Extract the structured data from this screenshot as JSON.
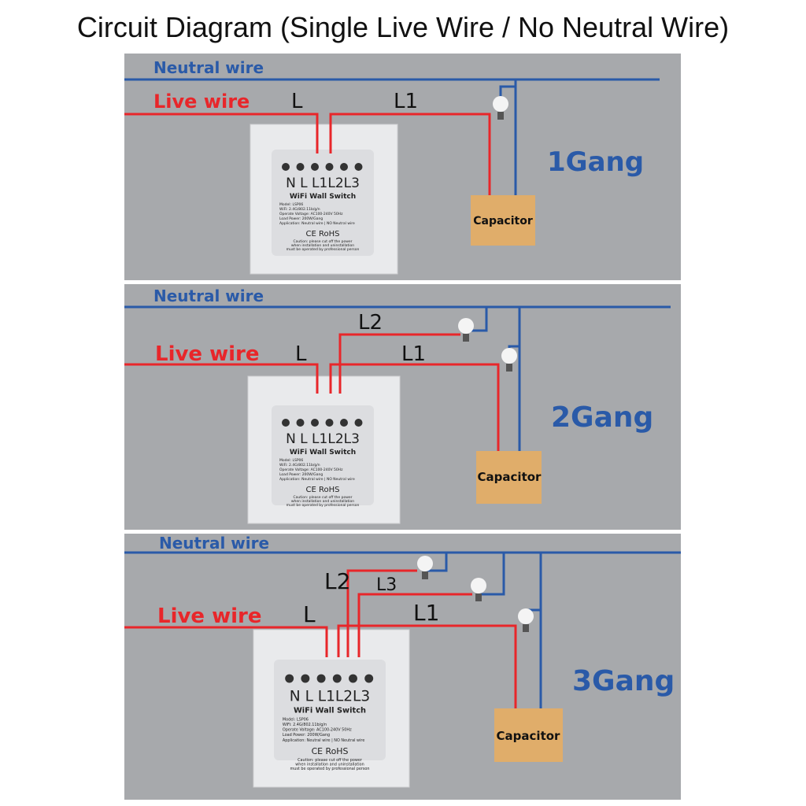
{
  "title": "Circuit Diagram (Single Live Wire / No Neutral Wire)",
  "colors": {
    "background": "#a7a9ac",
    "live": "#e8262a",
    "neutral": "#2a5aa8",
    "capacitor": "#e0ad6a"
  },
  "labels": {
    "neutral": "Neutral wire",
    "live": "Live wire",
    "L": "L",
    "L1": "L1",
    "L2": "L2",
    "L3": "L3",
    "capacitor": "Capacitor"
  },
  "panels": [
    {
      "gang": "1Gang"
    },
    {
      "gang": "2Gang"
    },
    {
      "gang": "3Gang"
    }
  ],
  "switch": {
    "terminals": "N   L L1L2L3",
    "name": "WiFi Wall Switch",
    "model": "Model: LSP06",
    "wifi": "WiFi: 2.4G/802.11b/g/n",
    "voltage": "Operate Voltage: AC100-240V 50Hz",
    "load": "Load Power: 200W/Gang",
    "application": "Application: Neutral wire | NO Neutral wire",
    "certs": "CE RoHS",
    "caution1": "Caution: please cut off the power",
    "caution2": "when installation and uninstallation",
    "caution3": "must be operated by professional person"
  }
}
